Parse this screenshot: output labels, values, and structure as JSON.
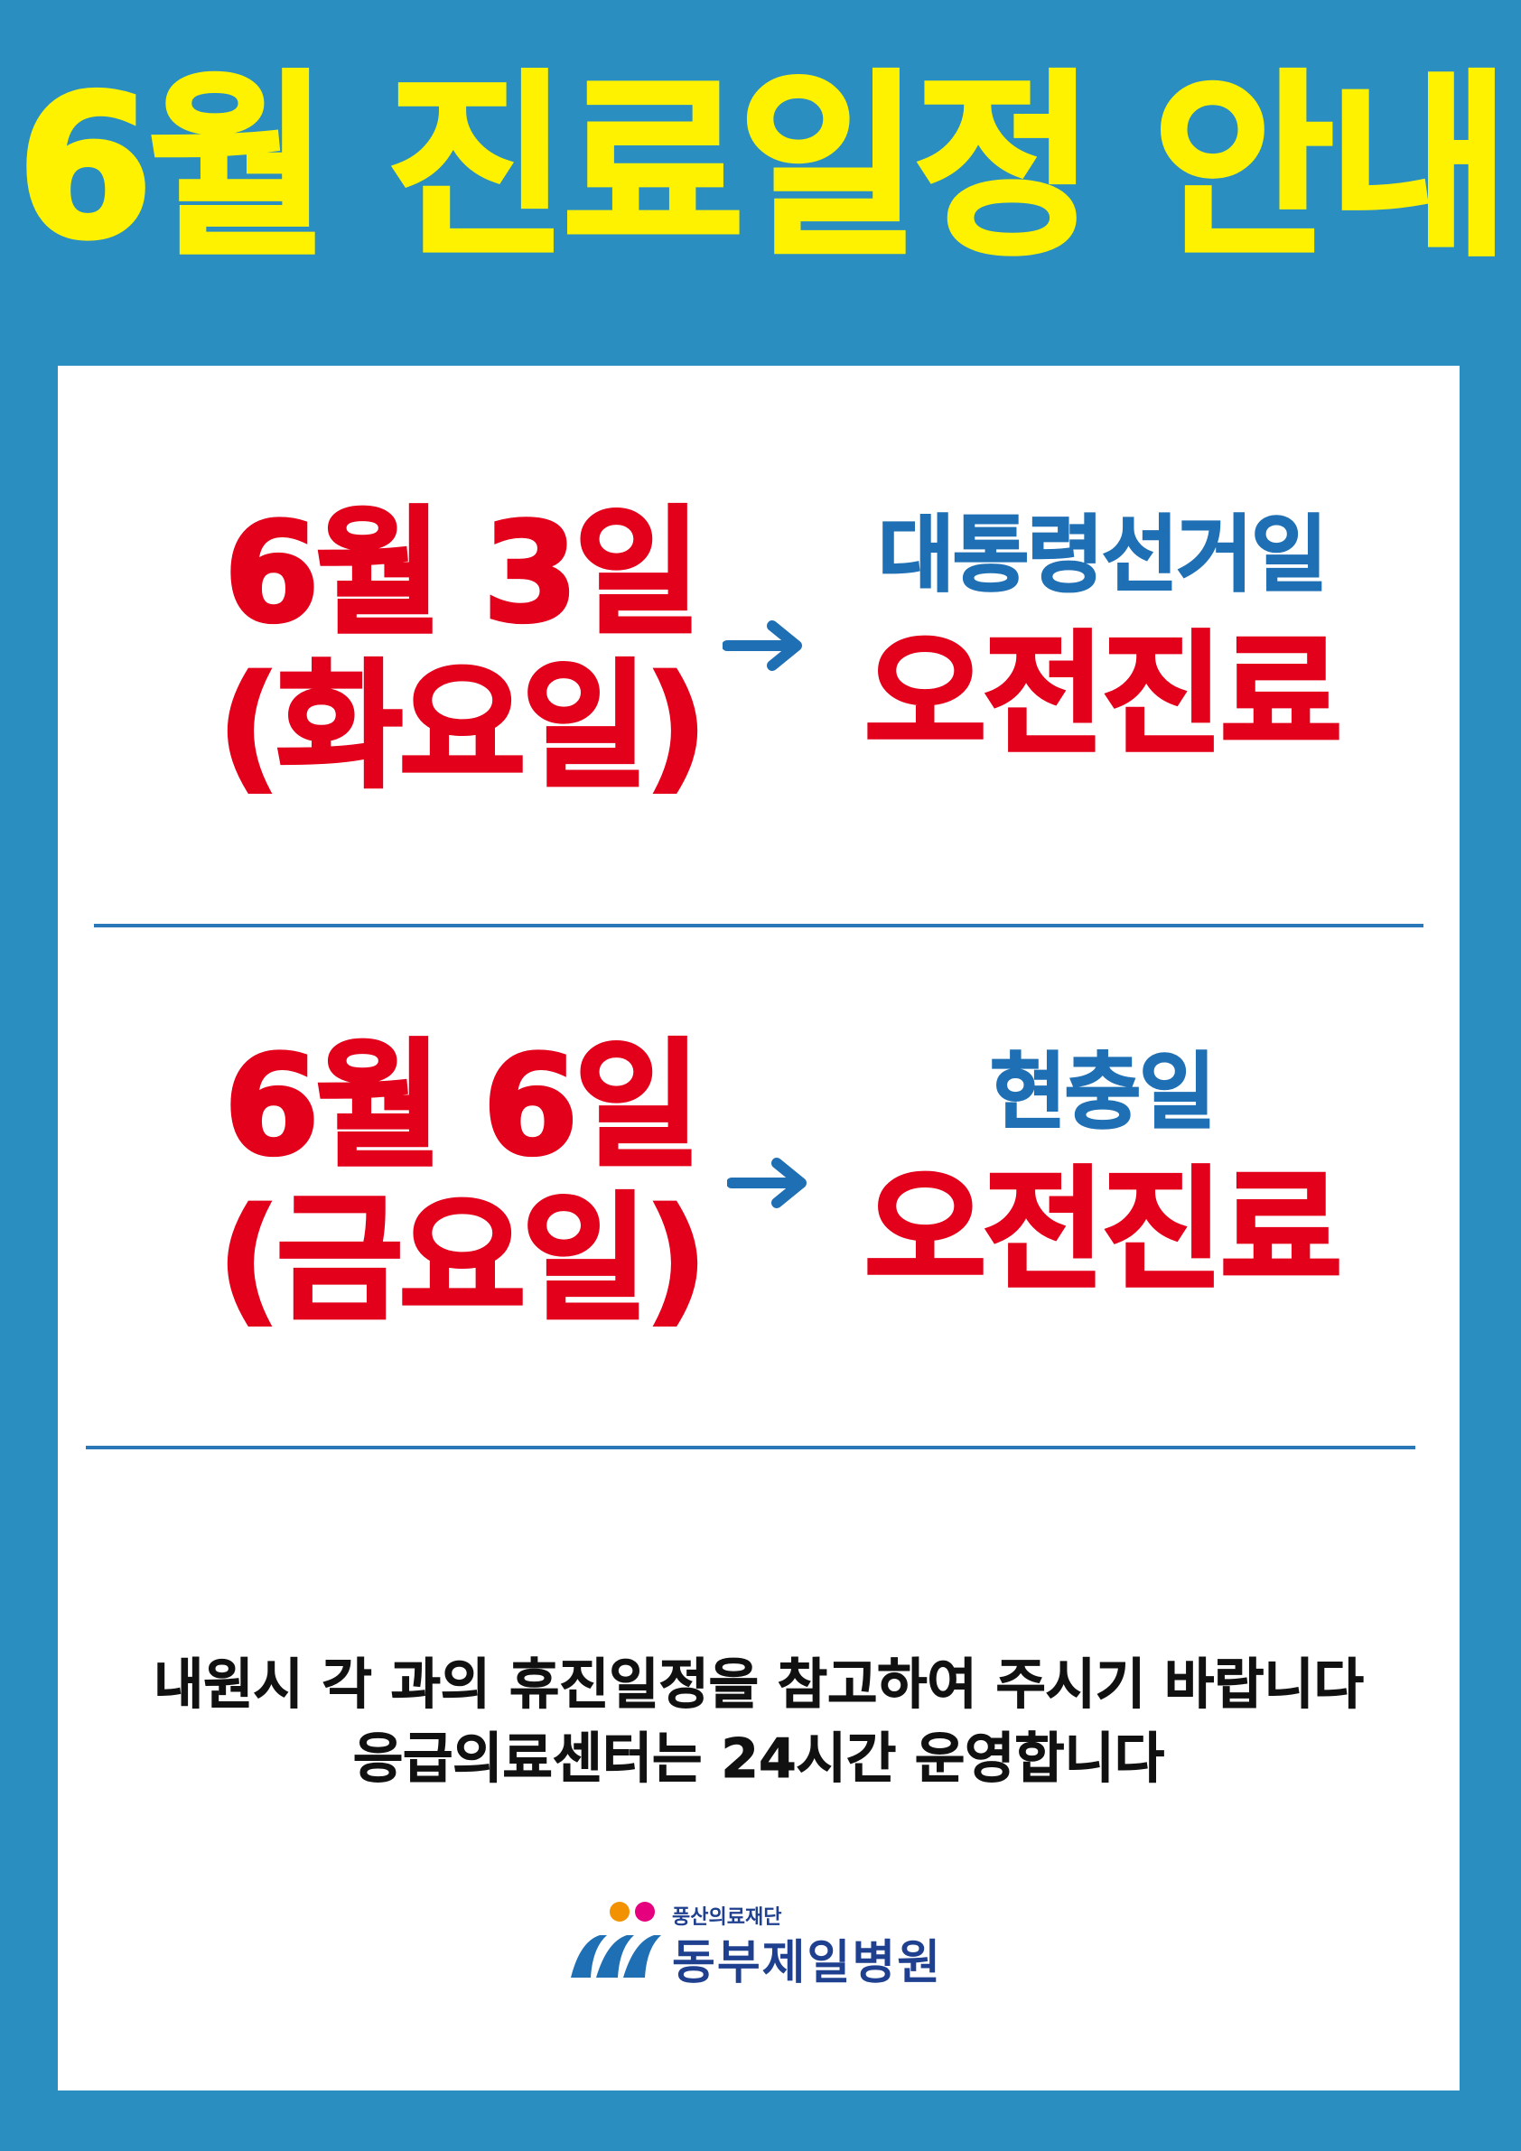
{
  "title": "6월 진료일정 안내",
  "schedule": [
    {
      "date_line1": "6월 3일",
      "date_line2": "(화요일)",
      "holiday": "대통령선거일",
      "status": "오전진료"
    },
    {
      "date_line1": "6월 6일",
      "date_line2": "(금요일)",
      "holiday": "현충일",
      "status": "오전진료"
    }
  ],
  "notice": {
    "line1": "내원시 각 과의 휴진일정을 참고하여 주시기 바랍니다",
    "line2": "응급의료센터는 24시간 운영합니다"
  },
  "logo": {
    "foundation": "풍산의료재단",
    "hospital": "동부제일병원"
  },
  "colors": {
    "background": "#2a8fc0",
    "title": "#fff200",
    "date": "#e2001a",
    "holiday": "#1f6fb5"
  }
}
